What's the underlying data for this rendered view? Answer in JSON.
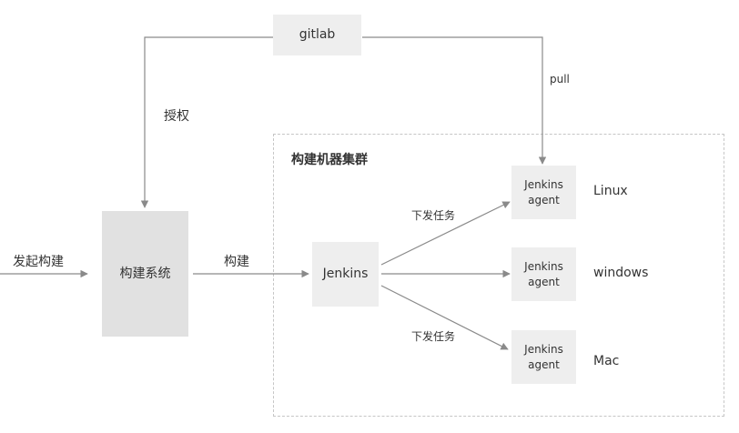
{
  "nodes": {
    "gitlab": "gitlab",
    "build_system": "构建系统",
    "jenkins": "Jenkins",
    "agent_linux": "Jenkins\nagent",
    "agent_windows": "Jenkins\nagent",
    "agent_mac": "Jenkins\nagent"
  },
  "cluster": {
    "title": "构建机器集群"
  },
  "labels": {
    "trigger_build": "发起构建",
    "authorize": "授权",
    "build": "构建",
    "pull": "pull",
    "dispatch_top": "下发任务",
    "dispatch_bottom": "下发任务"
  },
  "platforms": {
    "linux": "Linux",
    "windows": "windows",
    "mac": "Mac"
  }
}
